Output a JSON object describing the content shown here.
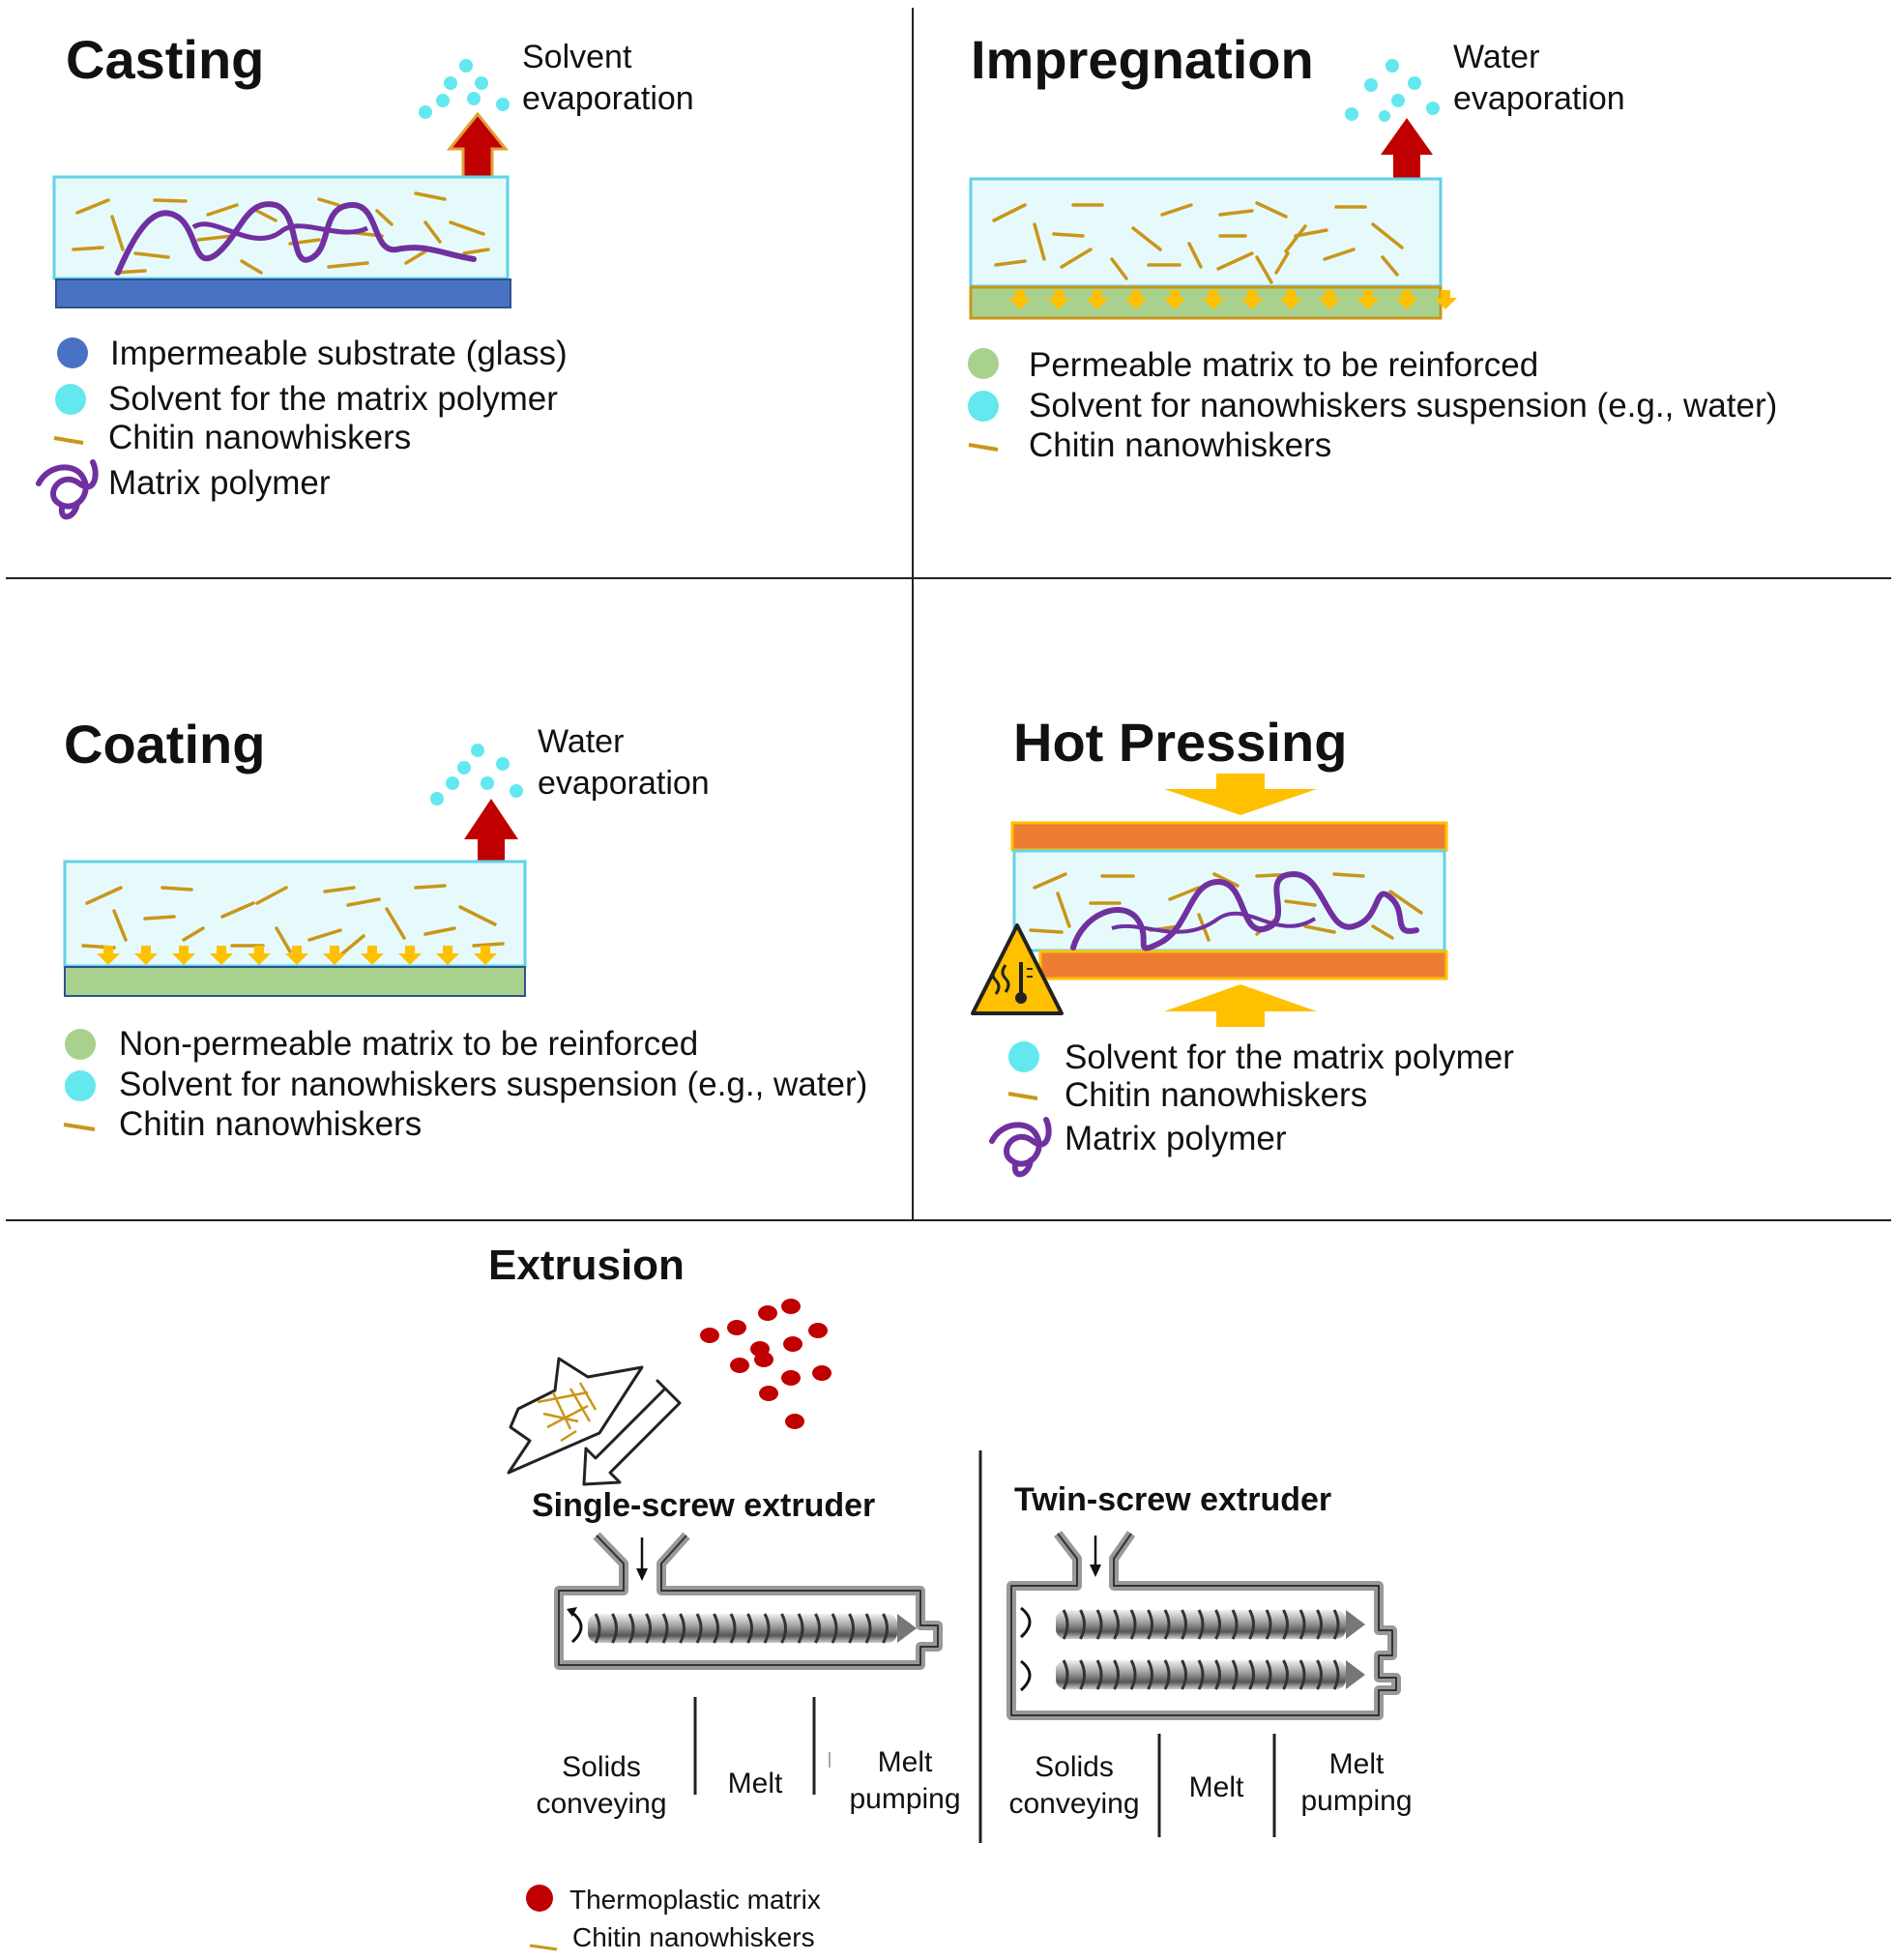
{
  "casting": {
    "title": "Casting",
    "evap_line1": "Solvent",
    "evap_line2": "evaporation",
    "legend": [
      "Impermeable substrate (glass)",
      "Solvent for the matrix polymer",
      "Chitin nanowhiskers",
      "Matrix polymer"
    ]
  },
  "impregnation": {
    "title": "Impregnation",
    "evap_line1": "Water",
    "evap_line2": "evaporation",
    "legend": [
      "Permeable matrix to be reinforced",
      "Solvent for nanowhiskers suspension (e.g., water)",
      "Chitin nanowhiskers"
    ]
  },
  "coating": {
    "title": "Coating",
    "evap_line1": "Water",
    "evap_line2": "evaporation",
    "legend": [
      "Non-permeable matrix to be reinforced",
      "Solvent for nanowhiskers suspension (e.g., water)",
      "Chitin nanowhiskers"
    ]
  },
  "hot_pressing": {
    "title": "Hot Pressing",
    "legend": [
      "Solvent for the matrix polymer",
      "Chitin nanowhiskers",
      "Matrix polymer"
    ]
  },
  "extrusion": {
    "title": "Extrusion",
    "single_title": "Single-screw extruder",
    "twin_title": "Twin-screw extruder",
    "zones": {
      "solids_1": "Solids",
      "solids_2": "conveying",
      "melt": "Melt",
      "pump_1": "Melt",
      "pump_2": "pumping"
    },
    "legend": [
      "Thermoplastic matrix",
      "Chitin nanowhiskers"
    ]
  },
  "colors": {
    "whisker": "#c9961a",
    "solvent_fill": "#e6fafb",
    "solvent_border": "#62d2e6",
    "solvent_dot": "#63e8ef",
    "glass": "#4a72c4",
    "permeable": "#a9d18e",
    "polymer": "#7030a0",
    "arrow_red": "#c00000",
    "arrow_orange": "#ffc000",
    "plate": "#ed7d31",
    "thermo": "#c00000"
  }
}
